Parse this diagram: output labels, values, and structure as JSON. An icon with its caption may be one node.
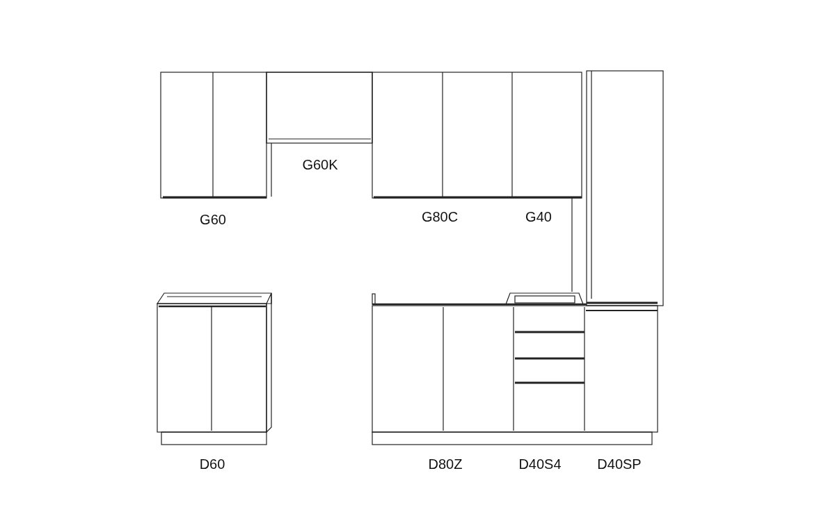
{
  "diagram": {
    "labels": [
      "G60K",
      "G60",
      "G80C",
      "G40",
      "D60",
      "D80Z",
      "D40S4",
      "D40SP"
    ]
  }
}
